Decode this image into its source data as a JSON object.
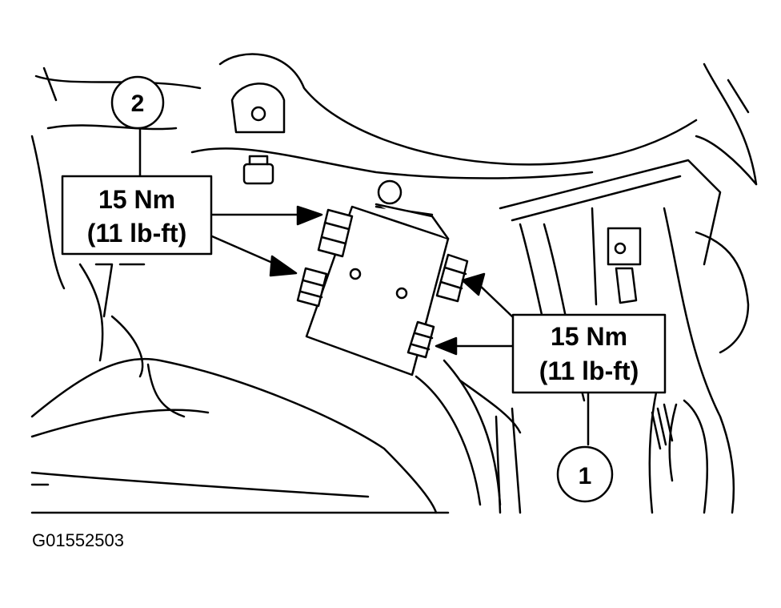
{
  "figure_id": "G01552503",
  "callouts": [
    {
      "number": "2",
      "torque_line1": "15 Nm",
      "torque_line2": "(11 lb-ft)"
    },
    {
      "number": "1",
      "torque_line1": "15 Nm",
      "torque_line2": "(11 lb-ft)"
    }
  ],
  "colors": {
    "ink": "#000000",
    "paper": "#ffffff"
  }
}
